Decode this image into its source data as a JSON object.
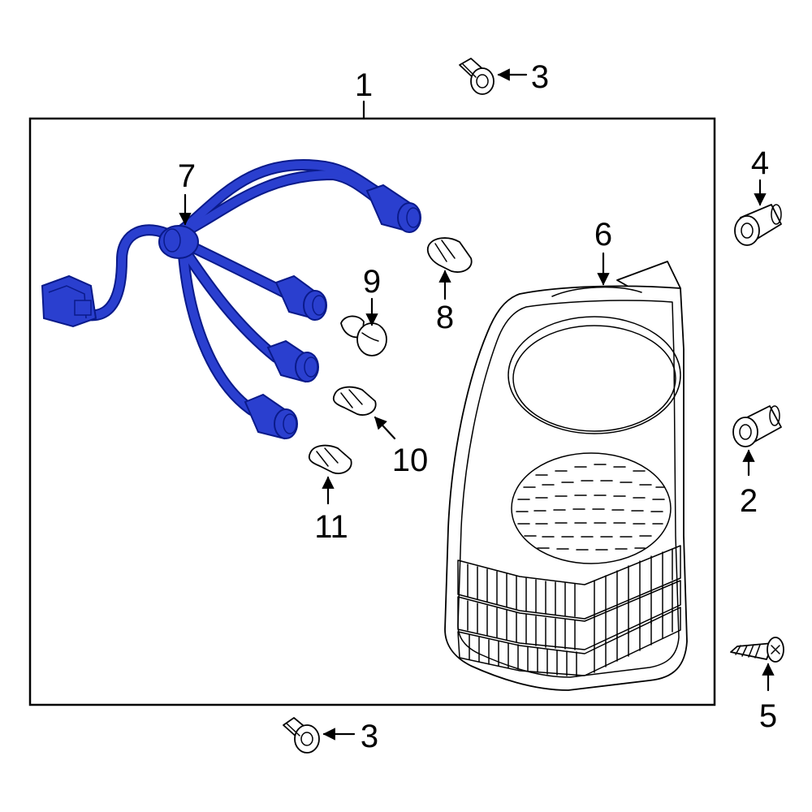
{
  "diagram": {
    "colors": {
      "background": "#ffffff",
      "panel": "#ffffff",
      "line": "#000000",
      "harness": "#2a3fcf",
      "harness_outline": "#0a1a8a"
    },
    "callouts": {
      "c1": "1",
      "c2": "2",
      "c3_top": "3",
      "c3_bottom": "3",
      "c4": "4",
      "c5": "5",
      "c6": "6",
      "c7": "7",
      "c8": "8",
      "c9": "9",
      "c10": "10",
      "c11": "11"
    }
  }
}
